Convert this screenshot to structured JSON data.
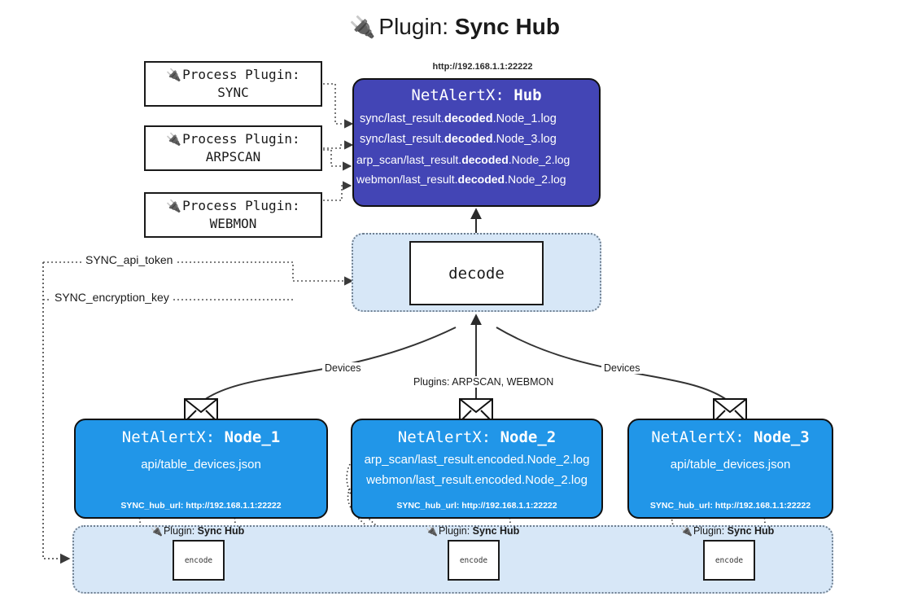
{
  "header": {
    "plug_icon": "plug-icon",
    "prefix": "Plugin: ",
    "name": "Sync Hub"
  },
  "process_plugins": [
    {
      "line1": "Process Plugin:",
      "line2": "SYNC",
      "icon": "plug-icon"
    },
    {
      "line1": "Process Plugin:",
      "line2": "ARPSCAN",
      "icon": "plug-icon"
    },
    {
      "line1": "Process Plugin:",
      "line2": "WEBMON",
      "icon": "plug-icon"
    }
  ],
  "hub": {
    "url": "http://192.168.1.1:22222",
    "title_prefix": "NetAlertX: ",
    "title_name": "Hub",
    "rows": [
      {
        "pre": "sync/last_result.",
        "strong": "decoded",
        "post": ".Node_1.log"
      },
      {
        "pre": "sync/last_result.",
        "strong": "decoded",
        "post": ".Node_3.log"
      },
      {
        "pre": "arp_scan/last_result.",
        "strong": "decoded",
        "post": ".Node_2.log"
      },
      {
        "pre": "webmon/last_result.",
        "strong": "decoded",
        "post": ".Node_2.log"
      }
    ]
  },
  "decode": {
    "label": "decode"
  },
  "secrets": {
    "api_token": "SYNC_api_token",
    "encryption_key": "SYNC_encryption_key"
  },
  "edges": {
    "devices_left": "Devices",
    "devices_right": "Devices",
    "plugins_center": "Plugins: ARPSCAN, WEBMON"
  },
  "nodes": [
    {
      "title_prefix": "NetAlertX: ",
      "title_name": "Node_1",
      "lines": [
        "api/table_devices.json"
      ],
      "footer": "SYNC_hub_url: http://192.168.1.1:22222",
      "envelope_icon": "envelope-icon"
    },
    {
      "title_prefix": "NetAlertX: ",
      "title_name": "Node_2",
      "lines": [
        "arp_scan/last_result.encoded.Node_2.log",
        "webmon/last_result.encoded.Node_2.log"
      ],
      "footer": "SYNC_hub_url: http://192.168.1.1:22222",
      "envelope_icon": "envelope-icon"
    },
    {
      "title_prefix": "NetAlertX: ",
      "title_name": "Node_3",
      "lines": [
        "api/table_devices.json"
      ],
      "footer": "SYNC_hub_url: http://192.168.1.1:22222",
      "envelope_icon": "envelope-icon"
    }
  ],
  "encoders": [
    {
      "label_prefix": "Plugin: ",
      "label_name": "Sync Hub",
      "box": "encode",
      "icon": "plug-icon"
    },
    {
      "label_prefix": "Plugin: ",
      "label_name": "Sync Hub",
      "box": "encode",
      "icon": "plug-icon"
    },
    {
      "label_prefix": "Plugin: ",
      "label_name": "Sync Hub",
      "box": "encode",
      "icon": "plug-icon"
    }
  ],
  "colors": {
    "hub_fill": "#4345b5",
    "node_fill": "#2196e8",
    "group_fill": "#d7e7f7",
    "stroke": "#111111",
    "dotted_stroke": "#6f7f90",
    "background": "#ffffff"
  }
}
